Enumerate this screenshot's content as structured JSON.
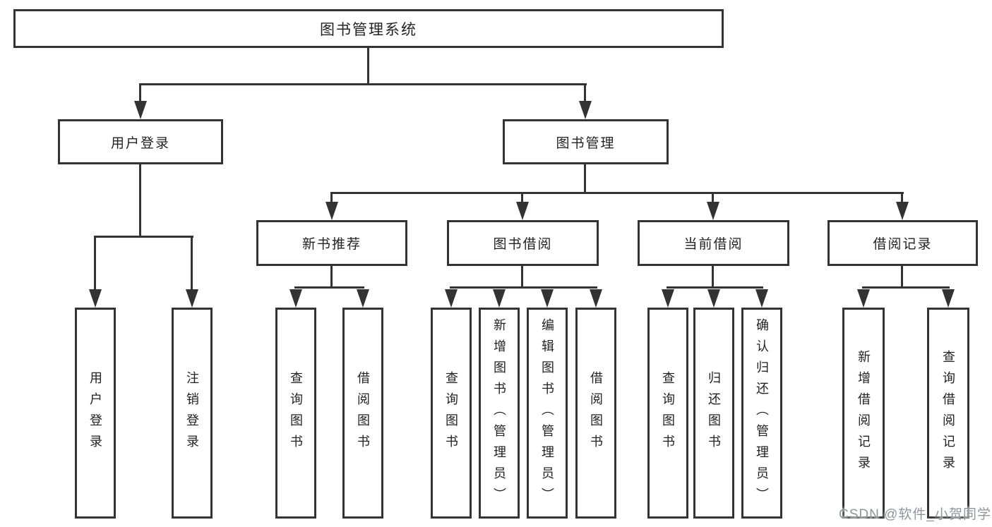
{
  "tree": {
    "label": "图书管理系统",
    "children": [
      {
        "label": "用户登录",
        "children": [
          {
            "label": "用户登录"
          },
          {
            "label": "注销登录"
          }
        ]
      },
      {
        "label": "图书管理",
        "children": [
          {
            "label": "新书推荐",
            "children": [
              {
                "label": "查询图书"
              },
              {
                "label": "借阅图书"
              }
            ]
          },
          {
            "label": "图书借阅",
            "children": [
              {
                "label": "查询图书"
              },
              {
                "label": "新增图书（管理员）"
              },
              {
                "label": "编辑图书（管理员）"
              },
              {
                "label": "借阅图书"
              }
            ]
          },
          {
            "label": "当前借阅",
            "children": [
              {
                "label": "查询图书"
              },
              {
                "label": "归还图书"
              },
              {
                "label": "确认归还（管理员）"
              }
            ]
          },
          {
            "label": "借阅记录",
            "children": [
              {
                "label": "新增借阅记录"
              },
              {
                "label": "查询借阅记录"
              }
            ]
          }
        ]
      }
    ]
  },
  "watermark": {
    "text": "CSDN @软件_小贺同学"
  },
  "colors": {
    "line": "#333333",
    "text": "#222222",
    "watermark": "#90959b",
    "background": "#ffffff"
  }
}
